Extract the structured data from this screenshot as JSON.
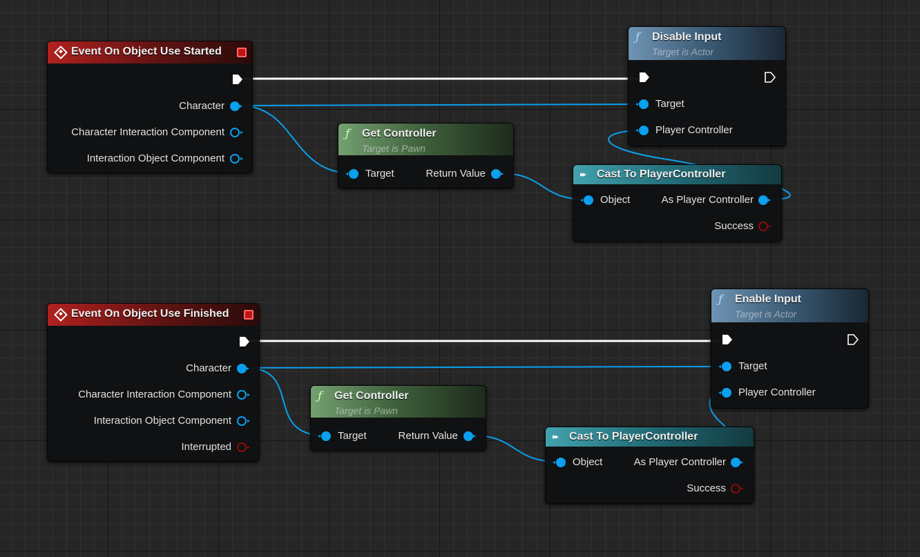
{
  "graph_title": "Event Graph",
  "colors": {
    "exec": "#ffffff",
    "object": "#0aa0ee",
    "bool": "#8b0c0c"
  },
  "nodes": {
    "event_started": {
      "title": "Event On Object Use Started",
      "icon": "event-diamond-icon",
      "pins": [
        "Character",
        "Character Interaction Component",
        "Interaction Object Component"
      ]
    },
    "disable_input": {
      "title": "Disable Input",
      "subtitle": "Target is Actor",
      "icon": "function-icon",
      "pins": [
        "Target",
        "Player Controller"
      ]
    },
    "get_controller_1": {
      "title": "Get Controller",
      "subtitle": "Target is Pawn",
      "icon": "function-icon",
      "pins": [
        "Target",
        "Return Value"
      ]
    },
    "cast_1": {
      "title": "Cast To PlayerController",
      "icon": "cast-icon",
      "pins": [
        "Object",
        "As Player Controller",
        "Success"
      ]
    },
    "event_finished": {
      "title": "Event On Object Use Finished",
      "icon": "event-diamond-icon",
      "pins": [
        "Character",
        "Character Interaction Component",
        "Interaction Object Component",
        "Interrupted"
      ]
    },
    "enable_input": {
      "title": "Enable Input",
      "subtitle": "Target is Actor",
      "icon": "function-icon",
      "pins": [
        "Target",
        "Player Controller"
      ]
    },
    "get_controller_2": {
      "title": "Get Controller",
      "subtitle": "Target is Pawn",
      "icon": "function-icon",
      "pins": [
        "Target",
        "Return Value"
      ]
    },
    "cast_2": {
      "title": "Cast To PlayerController",
      "icon": "cast-icon",
      "pins": [
        "Object",
        "As Player Controller",
        "Success"
      ]
    }
  }
}
